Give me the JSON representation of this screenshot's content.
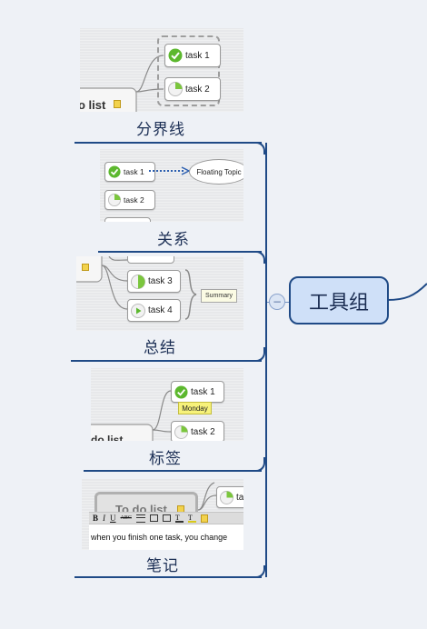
{
  "central_topic": "工具组",
  "collapse_symbol": "−",
  "branches": [
    {
      "caption": "分界线",
      "root_label": "o list",
      "tasks": [
        "task 1",
        "task 2"
      ]
    },
    {
      "caption": "关系",
      "tasks": [
        "task 1",
        "task 2"
      ],
      "floating_topic": "Floating Topic"
    },
    {
      "caption": "总结",
      "tasks": [
        "task 3",
        "task 4"
      ],
      "summary_label": "Summary"
    },
    {
      "caption": "标签",
      "root_label": "do list",
      "tasks": [
        "task 1",
        "task 2"
      ],
      "label_tag": "Monday"
    },
    {
      "caption": "笔记",
      "root_label": "To do list",
      "partial_task": "ta",
      "toolbar": [
        "B",
        "I",
        "U",
        "ABC"
      ],
      "note_text": "when you finish one task, you change"
    }
  ],
  "colors": {
    "branch_line": "#1f4a86",
    "central_fill": "#cfe0f8",
    "task_done": "#5cb82e",
    "label_fill": "#f7f27a",
    "background": "#eef1f6"
  }
}
